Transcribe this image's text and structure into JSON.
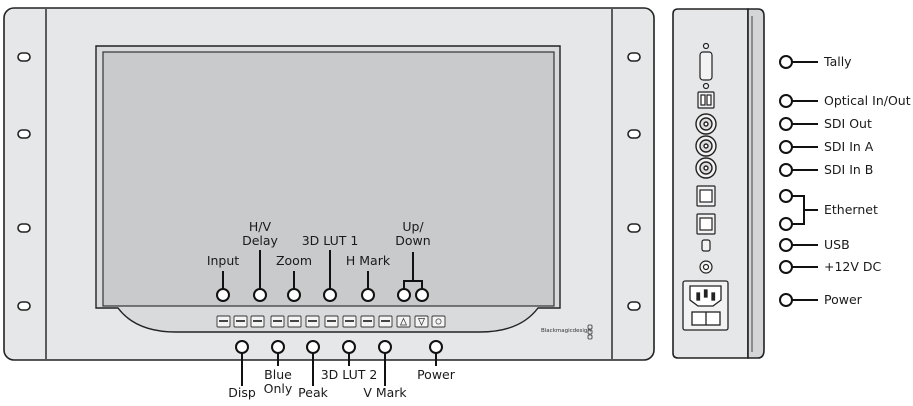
{
  "front_labels_top": {
    "input": "Input",
    "hv_delay_1": "H/V",
    "hv_delay_2": "Delay",
    "zoom": "Zoom",
    "lut1": "3D LUT 1",
    "hmark": "H Mark",
    "updown_1": "Up/",
    "updown_2": "Down"
  },
  "front_labels_bottom": {
    "disp": "Disp",
    "blue_only_1": "Blue",
    "blue_only_2": "Only",
    "peak": "Peak",
    "lut2": "3D LUT 2",
    "vmark": "V Mark",
    "power": "Power"
  },
  "brand": "Blackmagicdesign",
  "side_labels": {
    "tally": "Tally",
    "optical": "Optical In/Out",
    "sdi_out": "SDI Out",
    "sdi_in_a": "SDI In A",
    "sdi_in_b": "SDI In B",
    "ethernet": "Ethernet",
    "usb": "USB",
    "dc": "+12V DC",
    "power": "Power"
  },
  "colors": {
    "chassis": "#e4e5e6",
    "screen": "#c9cacb",
    "outline": "#222222"
  }
}
